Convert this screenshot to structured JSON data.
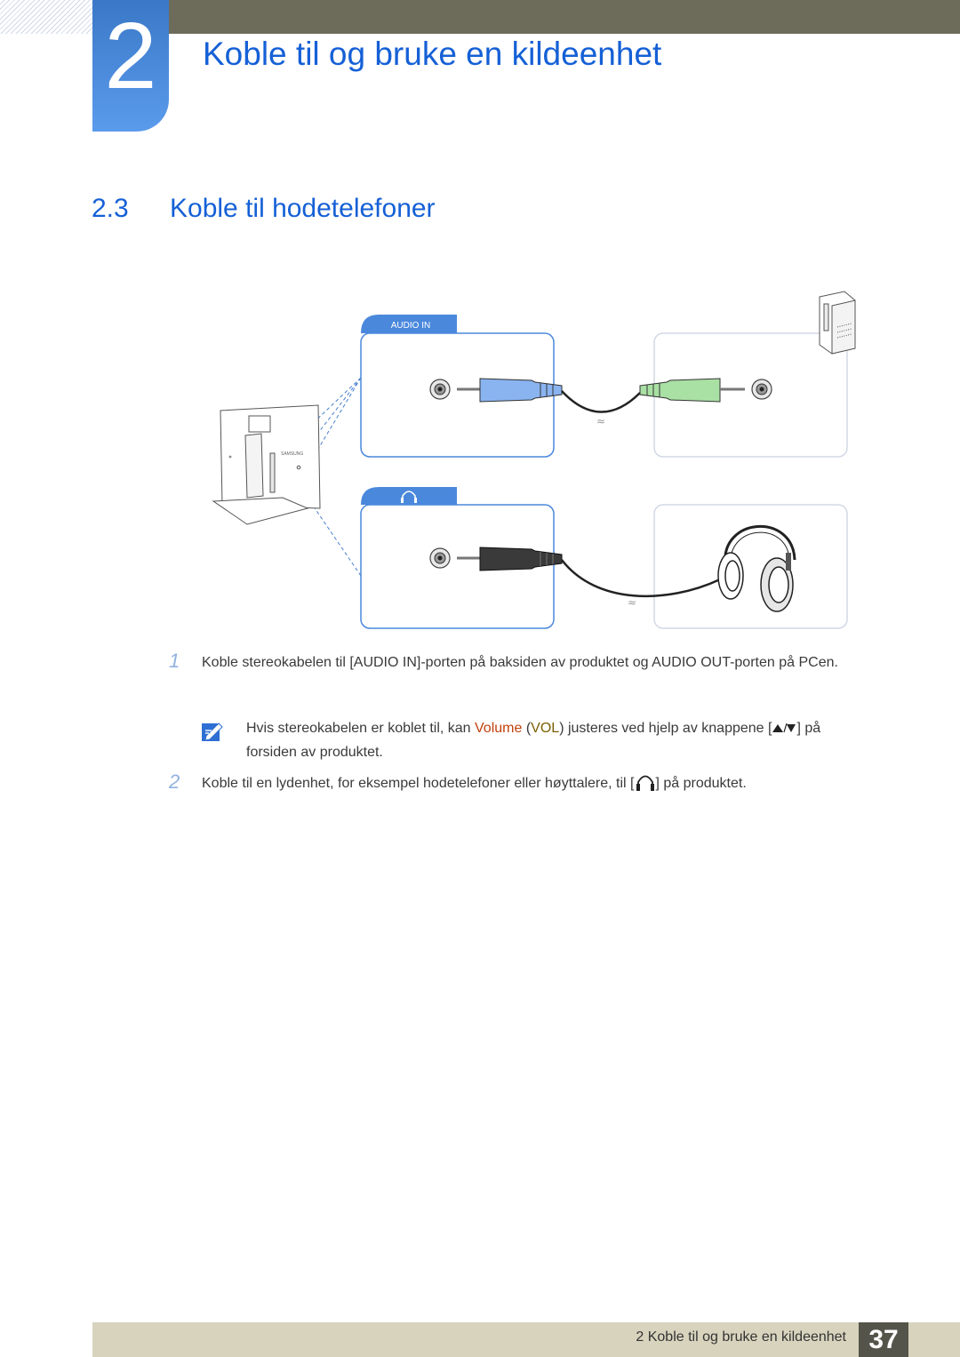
{
  "header": {
    "chapter_number": "2",
    "chapter_title": "Koble til og bruke en kildeenhet"
  },
  "section": {
    "number": "2.3",
    "title": "Koble til hodetelefoner"
  },
  "diagram": {
    "audio_in_label": "AUDIO IN",
    "brand": "SAMSUNG"
  },
  "steps": [
    {
      "number": "1",
      "text": "Koble stereokabelen til [AUDIO IN]-porten på baksiden av produktet og AUDIO OUT-porten på PCen."
    },
    {
      "number": "2",
      "text_before": "Koble til en lydenhet, for eksempel hodetelefoner eller høyttalere, til [",
      "text_after": "] på produktet."
    }
  ],
  "note": {
    "text_a": "Hvis stereokabelen er koblet til, kan ",
    "highlight_1": "Volume",
    "text_b": " (",
    "highlight_2": "VOL",
    "text_c": ") justeres ved hjelp av knappene [",
    "text_d": "] på forsiden av produktet."
  },
  "footer": {
    "text": "2 Koble til og bruke en kildeenhet",
    "page_number": "37"
  },
  "colors": {
    "title_blue": "#1560d6",
    "badge_blue": "#4a88dc",
    "top_bar": "#6d6b5a",
    "footer_bar": "#d8d3bd",
    "page_box": "#55544a",
    "volume_highlight": "#c2410c",
    "vol_highlight": "#7a5f00"
  }
}
